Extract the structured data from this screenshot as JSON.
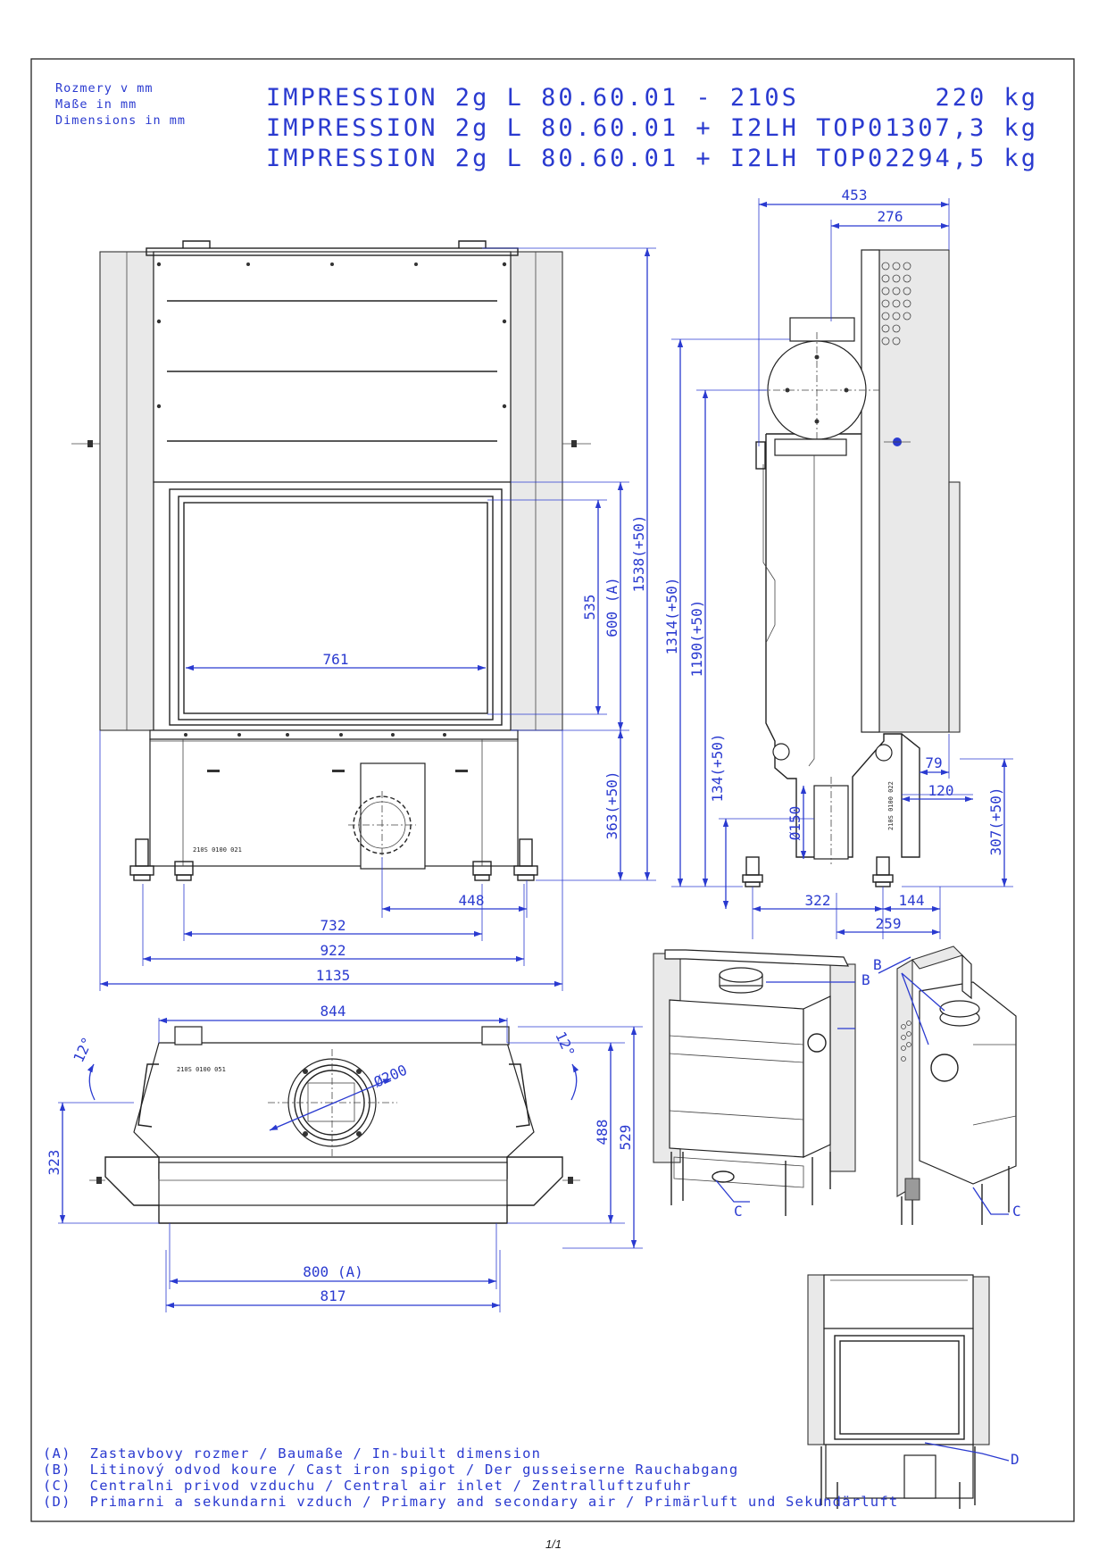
{
  "header": {
    "units": [
      "Rozmery v mm",
      "Maße in mm",
      "Dimensions in mm"
    ],
    "models": [
      {
        "name": "IMPRESSION 2g L 80.60.01 - 210S",
        "weight": "220 kg"
      },
      {
        "name": "IMPRESSION 2g L 80.60.01 + I2LH TOP01",
        "weight": "307,3 kg"
      },
      {
        "name": "IMPRESSION 2g L 80.60.01 + I2LH TOP02",
        "weight": "294,5 kg"
      }
    ]
  },
  "front_view": {
    "dims": {
      "d761": "761",
      "d535": "535",
      "d600": "600 (A)",
      "d1538": "1538(+50)",
      "d363": "363(+50)",
      "d448": "448",
      "d732": "732",
      "d922": "922",
      "d1135": "1135"
    },
    "part_code": "210S 0100 021"
  },
  "side_view": {
    "dims": {
      "d453": "453",
      "d276": "276",
      "d1314": "1314(+50)",
      "d1190": "1190(+50)",
      "d134": "134(+50)",
      "d150": "Ø150",
      "d79": "79",
      "d120": "120",
      "d307": "307(+50)",
      "d322": "322",
      "d144": "144",
      "d259": "259"
    },
    "part_code": "210S 0100 022"
  },
  "top_view": {
    "dims": {
      "d844": "844",
      "d200": "Ø200",
      "a12l": "12°",
      "a12r": "12°",
      "d323": "323",
      "d488": "488",
      "d529": "529",
      "d800": "800 (A)",
      "d817": "817"
    },
    "part_code": "210S 0100 051"
  },
  "callouts": {
    "b1": "B",
    "b2": "B",
    "c1": "C",
    "c2": "C",
    "d": "D"
  },
  "legend": [
    "(A)  Zastavbovy rozmer / Baumaße / In-built dimension",
    "(B)  Litinový odvod koure / Cast iron spigot / Der gusseiserne Rauchabgang",
    "(C)  Centralni privod vzduchu / Central air inlet / Zentralluftzufuhr",
    "(D)  Primarni a sekundarni vzduch / Primary and secondary air / Primärluft und Sekundärluft"
  ],
  "page_number": "1/1"
}
